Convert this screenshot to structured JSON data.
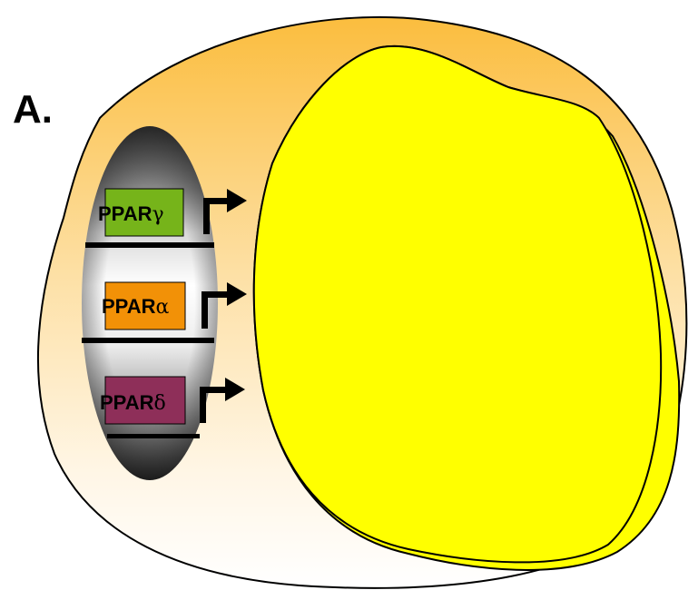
{
  "panel_label": "A.",
  "receptors": [
    {
      "name": "PPAR",
      "symbol": "γ",
      "color": "#76b41a"
    },
    {
      "name": "PPAR",
      "symbol": "α",
      "color": "#f29107"
    },
    {
      "name": "PPAR",
      "symbol": "δ",
      "color": "#8e2f59"
    }
  ],
  "colors": {
    "cell_fill": "#fdd37a",
    "nucleus_fill": "#ffff00",
    "outline": "#000000",
    "arrow": "#000000"
  }
}
